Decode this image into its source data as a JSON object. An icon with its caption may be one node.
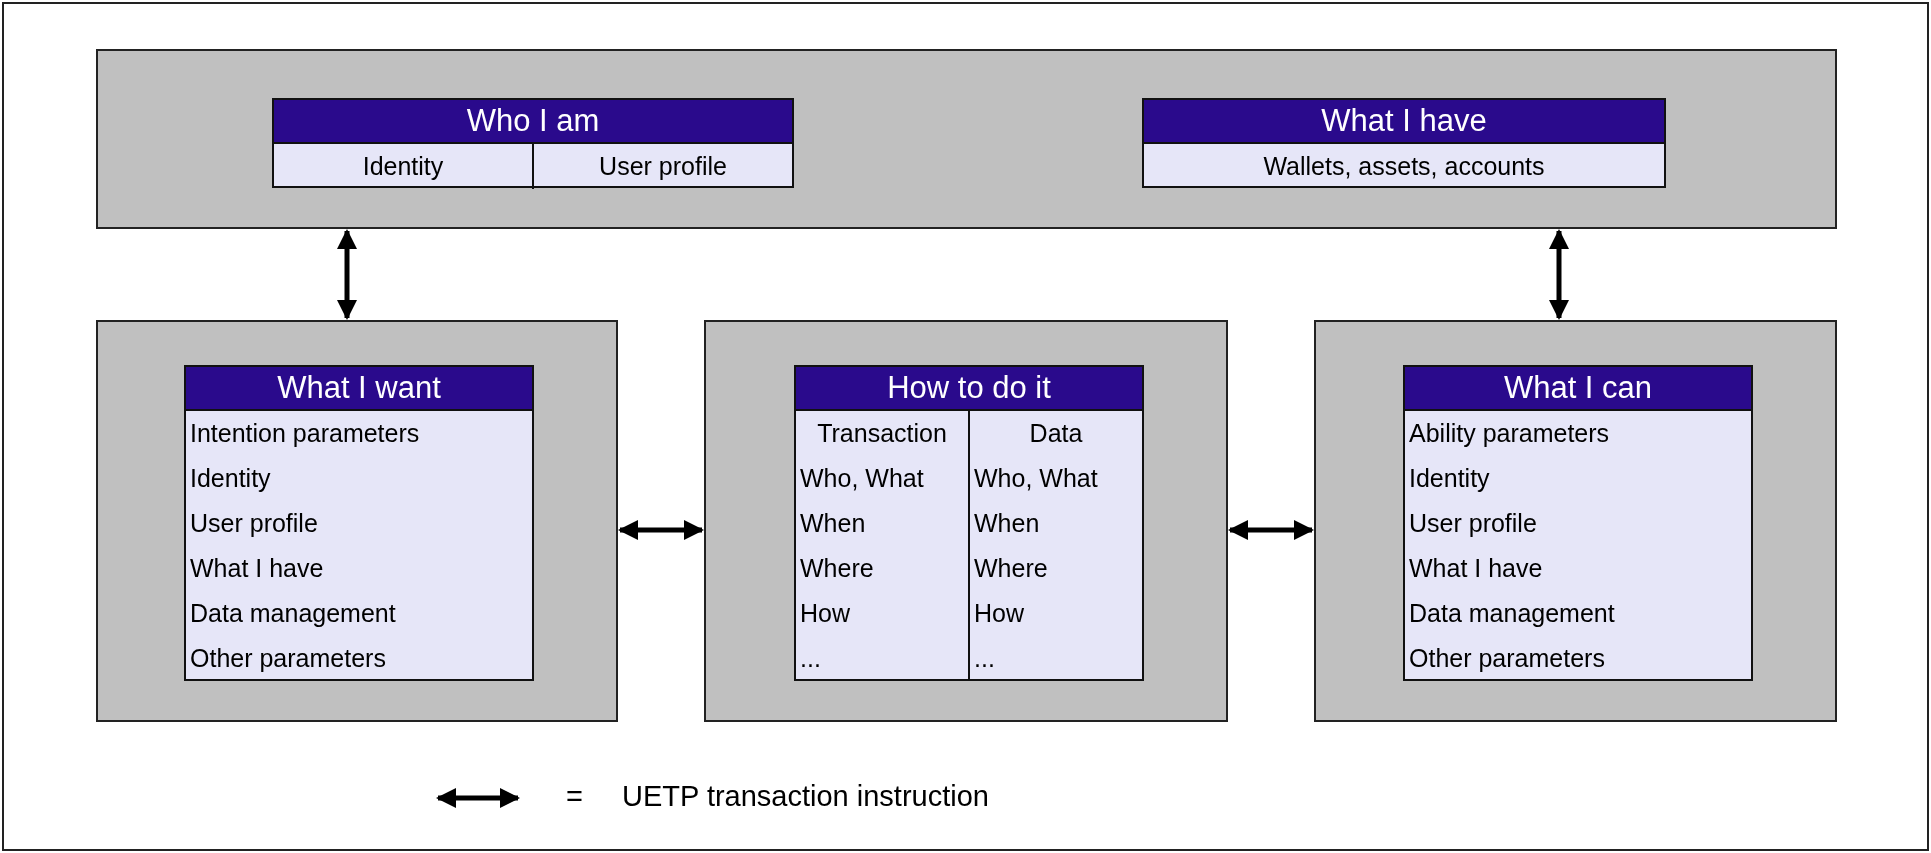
{
  "diagram": {
    "nodes": [
      {
        "text": [],
        "shape": "box"
      },
      {
        "text": [
          "Who I am",
          "Identity",
          "User profile"
        ],
        "in": 0
      },
      {
        "text": [
          "What I have",
          "Wallets, assets, accounts"
        ],
        "in": 0
      },
      {
        "text": [],
        "shape": "box"
      },
      {
        "text": [
          "What I want",
          "Intention parameters",
          "Identity",
          "User profile",
          "What I have",
          "Data management",
          "Other parameters"
        ],
        "in": 3
      },
      {
        "text": [],
        "shape": "box"
      },
      {
        "text": [
          "How to do it",
          "Transaction",
          "Who, What",
          "When",
          "Where",
          "How",
          "...",
          "Data",
          "Who, What",
          "When",
          "Where",
          "How",
          "..."
        ],
        "in": 5
      },
      {
        "text": [],
        "shape": "box"
      },
      {
        "text": [
          "What I can",
          "Ability parameters",
          "Identity",
          "User profile",
          "What I have",
          "Data management",
          "Other parameters"
        ],
        "in": 7
      }
    ],
    "edges": [
      {
        "from": 0,
        "to": 3,
        "arrow": "both"
      },
      {
        "from": 0,
        "to": 7,
        "arrow": "both"
      },
      {
        "from": 3,
        "to": 5,
        "arrow": "both"
      },
      {
        "from": 5,
        "to": 7,
        "arrow": "both"
      }
    ],
    "labels": [
      "="
    ],
    "legend": [
      {
        "text": "UETP transaction instruction"
      }
    ]
  }
}
